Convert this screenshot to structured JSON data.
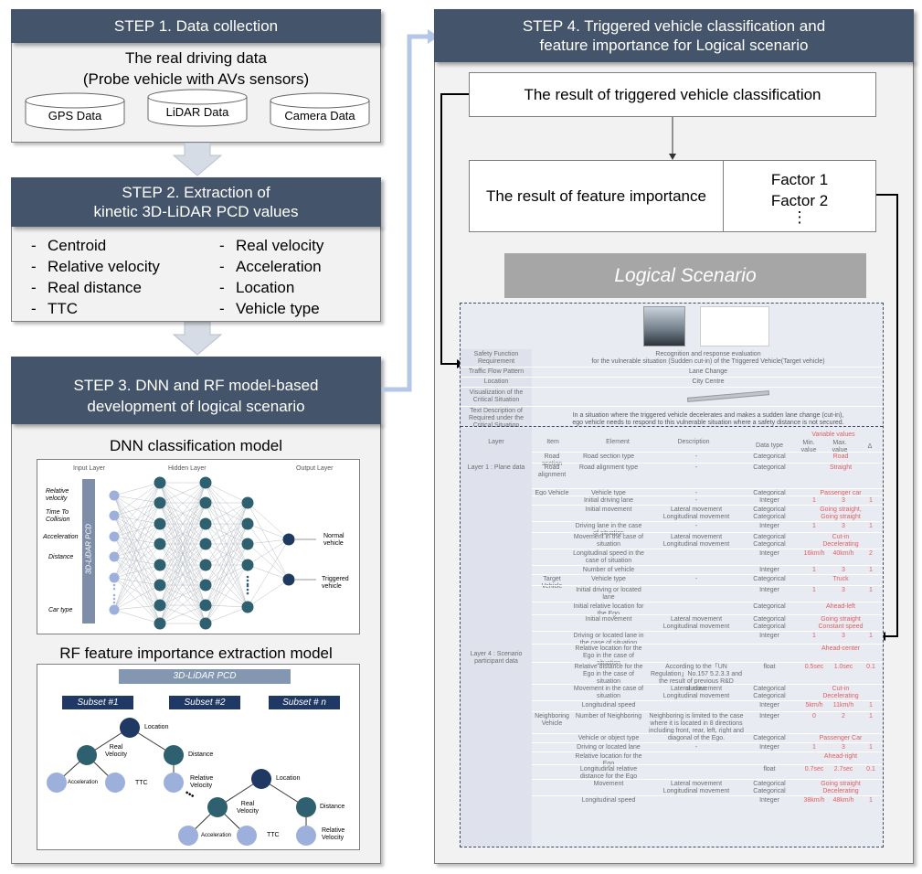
{
  "step1": {
    "title": "STEP 1. Data collection",
    "line1": "The real driving data",
    "line2": "(Probe vehicle with AVs sensors)",
    "cylinders": [
      "GPS Data",
      "LiDAR Data",
      "Camera Data"
    ]
  },
  "step2": {
    "title_line1": "STEP 2. Extraction of",
    "title_line2": "kinetic 3D-LiDAR PCD values",
    "left_items": [
      "Centroid",
      "Relative velocity",
      "Real distance",
      "TTC"
    ],
    "right_items": [
      "Real velocity",
      "Acceleration",
      "Location",
      "Vehicle type"
    ],
    "dash": "-"
  },
  "step3": {
    "title_line1": "STEP 3. DNN and RF model-based",
    "title_line2": "development of logical scenario",
    "dnn_title": "DNN classification model",
    "rf_title": "RF feature importance extraction model",
    "dnn": {
      "input_layer": "Input Layer",
      "hidden_layer": "Hidden Layer",
      "output_layer": "Output Layer",
      "pcd_label": "3D-LiDAR PCD",
      "inputs": [
        "Relative velocity",
        "Time To Collision",
        "Acceleration",
        "Distance",
        "Car type"
      ],
      "outputs": [
        "Normal vehicle",
        "Triggered vehicle"
      ]
    },
    "rf": {
      "pcd_label": "3D-LiDAR PCD",
      "subsets": [
        "Subset #1",
        "Subset #2",
        "Subset # n"
      ],
      "tree1": [
        "Location",
        "Real Velocity",
        "Distance",
        "Acceleration",
        "TTC",
        "Relative Velocity"
      ],
      "tree2": [
        "Location",
        "Real Velocity",
        "Distance",
        "Acceleration",
        "TTC",
        "Relative Velocity"
      ],
      "dots": "•••"
    }
  },
  "step4": {
    "title_line1": "STEP 4. Triggered vehicle classification and",
    "title_line2": "feature importance for Logical scenario",
    "result_classification": "The result of triggered vehicle classification",
    "result_importance": "The result of feature importance",
    "factor1": "Factor 1",
    "factor2": "Factor 2",
    "factor_more": "⋮",
    "logical_scenario": "Logical Scenario"
  },
  "table": {
    "header_rows": [
      {
        "label": "Safety Function Requirement",
        "value": "Recognition and response evaluation\nfor the vulnerable situation (Sudden cut-in) of the Triggered Vehicle(Target vehicle)"
      },
      {
        "label": "Traffic Flow Pattern",
        "value": "Lane Change"
      },
      {
        "label": "Location",
        "value": "City Centre"
      },
      {
        "label": "Visualization of the Critical Situation",
        "value": ""
      },
      {
        "label": "Text Description of Required under the Critical Situation",
        "value": "In a situation where the triggered vehicle decelerates and makes a sudden lane change (cut-in),\nego vehicle needs to respond to this vulnerable situation where a safety distance is not secured."
      }
    ],
    "columns": [
      "Layer",
      "Item",
      "Element",
      "Description",
      "Data type",
      "Variable values",
      "Min. value",
      "Max. value",
      "Δ"
    ],
    "layer1": "Layer 1 : Plane data",
    "layer4": "Layer 4 : Scenario participant data",
    "rows": [
      {
        "item": "Road section",
        "element": "Road section type",
        "desc": "-",
        "type": "Categorical",
        "min": "Road",
        "max": "",
        "delta": ""
      },
      {
        "item": "Road alignment",
        "element": "Road alignment type",
        "desc": "-",
        "type": "Categorical",
        "min": "Straight",
        "max": "",
        "delta": ""
      },
      {
        "item": "Ego Vehicle",
        "element": "Vehicle type",
        "desc": "-",
        "type": "Categorical",
        "min": "Passenger car",
        "max": "",
        "delta": ""
      },
      {
        "item": "",
        "element": "Initial driving lane",
        "desc": "-",
        "type": "Integer",
        "min": "1",
        "max": "3",
        "delta": "1"
      },
      {
        "item": "",
        "element": "Initial movement",
        "desc": "Lateral movement\nLongitudinal movement",
        "type": "Categorical\nCategorical",
        "min": "Going straight,\nGoing straight",
        "max": "",
        "delta": ""
      },
      {
        "item": "",
        "element": "Driving lane in the case of situation",
        "desc": "-",
        "type": "Integer",
        "min": "1",
        "max": "3",
        "delta": "1"
      },
      {
        "item": "",
        "element": "Movement in the case of situation",
        "desc": "Lateral movement\nLongitudinal movement",
        "type": "Categorical\nCategorical",
        "min": "Cut-in\nDecelerating",
        "max": "",
        "delta": ""
      },
      {
        "item": "",
        "element": "Longitudinal speed in the case of situation",
        "desc": "",
        "type": "Integer",
        "min": "16km/h",
        "max": "40km/h",
        "delta": "2"
      },
      {
        "item": "",
        "element": "Number of vehicle",
        "desc": "",
        "type": "Integer",
        "min": "1",
        "max": "3",
        "delta": "1"
      },
      {
        "item": "Target Vehicle",
        "element": "Vehicle type",
        "desc": "-",
        "type": "Categorical",
        "min": "Truck",
        "max": "",
        "delta": ""
      },
      {
        "item": "",
        "element": "Initial driving or located lane",
        "desc": "",
        "type": "Integer",
        "min": "1",
        "max": "3",
        "delta": "1"
      },
      {
        "item": "",
        "element": "Initial relative location for the Ego",
        "desc": "",
        "type": "Categorical",
        "min": "Ahead-left",
        "max": "",
        "delta": ""
      },
      {
        "item": "",
        "element": "Initial movement",
        "desc": "Lateral movement\nLongitudinal movement",
        "type": "Categorical\nCategorical",
        "min": "Going straight\nConstant speed",
        "max": "",
        "delta": ""
      },
      {
        "item": "",
        "element": "Driving or located lane in the case of situation",
        "desc": "",
        "type": "Integer",
        "min": "1",
        "max": "3",
        "delta": "1"
      },
      {
        "item": "",
        "element": "Relative location for the Ego in the case of situation",
        "desc": "",
        "type": "",
        "min": "Ahead-center",
        "max": "",
        "delta": ""
      },
      {
        "item": "",
        "element": "Relative distance for the Ego in the case of situation",
        "desc": "According to the「UN Regulation」No.157 5.2.3.3 and the result of previous R&D studies.",
        "type": "float",
        "min": "0.5sec",
        "max": "1.0sec",
        "delta": "0.1"
      },
      {
        "item": "",
        "element": "Movement in the case of situation",
        "desc": "Lateral movement\nLongitudinal movement",
        "type": "Categorical\nCategorical",
        "min": "Cut-in\nDecelerating",
        "max": "",
        "delta": ""
      },
      {
        "item": "",
        "element": "Longitudinal speed",
        "desc": "",
        "type": "Integer",
        "min": "5km/h",
        "max": "11km/h",
        "delta": "1"
      },
      {
        "item": "Neighboring Vehicle",
        "element": "Number of Neighboring",
        "desc": "Neighboring is limited to the case where it is located in 8 directions including front, rear, left, right and diagonal of the Ego.",
        "type": "Integer",
        "min": "0",
        "max": "2",
        "delta": "1"
      },
      {
        "item": "",
        "element": "Vehicle or object type",
        "desc": "",
        "type": "Categorical",
        "min": "Passenger Car",
        "max": "",
        "delta": ""
      },
      {
        "item": "",
        "element": "Driving or located lane",
        "desc": "-",
        "type": "Integer",
        "min": "1",
        "max": "3",
        "delta": "1"
      },
      {
        "item": "",
        "element": "Relative location for the Ego",
        "desc": "",
        "type": "",
        "min": "Ahead-right",
        "max": "",
        "delta": ""
      },
      {
        "item": "",
        "element": "Longitudinal relative distance for the Ego",
        "desc": "",
        "type": "float",
        "min": "0.7sec",
        "max": "2.7sec",
        "delta": "0.1"
      },
      {
        "item": "",
        "element": "Movement",
        "desc": "Lateral movement\nLongitudinal movement",
        "type": "Categorical\nCategorical",
        "min": "Going straight\nDecelerating",
        "max": "",
        "delta": ""
      },
      {
        "item": "",
        "element": "Longitudinal speed",
        "desc": "",
        "type": "Integer",
        "min": "38km/h",
        "max": "48km/h",
        "delta": "1"
      }
    ]
  }
}
